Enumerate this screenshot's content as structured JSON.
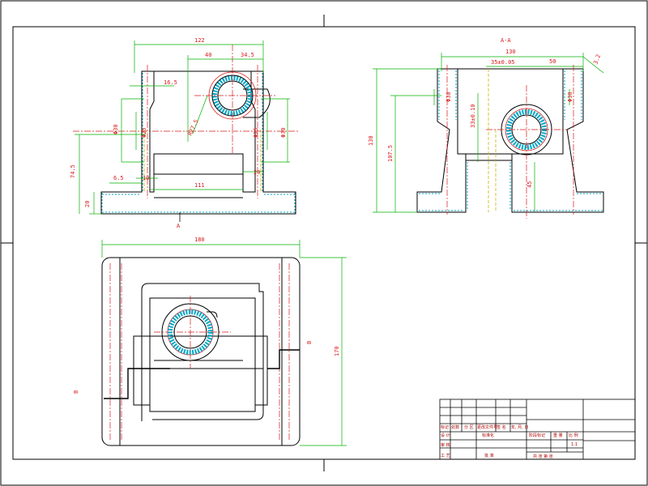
{
  "dimensions": {
    "front_width": "122",
    "front_offset": "40",
    "front_half": "34.5",
    "front_wall": "16.5",
    "front_phi_left": "Φ30",
    "front_phi_left2": "Φ25",
    "front_phi_right": "Φ25",
    "front_phi_right2": "Φ30",
    "front_radius": "R27.5",
    "front_height": "74.5",
    "front_base": "20",
    "front_rib": "6.5",
    "front_gap": "10",
    "front_inner": "111",
    "front_foot": "20",
    "section_label": "A-A",
    "side_width": "130",
    "side_offset": "35±0.05",
    "side_right": "50",
    "side_roughness": "3.2",
    "side_phi_left": "Φ30",
    "side_phi_right": "Φ30",
    "side_height": "130",
    "side_height2": "107.5",
    "side_vert": "33±0.10",
    "side_low": "45",
    "section_mark": "A",
    "top_width": "180",
    "top_depth": "170",
    "top_mark_right": "B",
    "top_mark_left": "B"
  },
  "title_block": {
    "row1": [
      "标记",
      "处数",
      "分 区",
      "更改文件号",
      "签 名",
      "年, 月, 日"
    ],
    "designer": "设 计",
    "standard": "标准化",
    "stage": "阶段标记",
    "weight": "重 量",
    "scale": "比 例",
    "scale_value": "1:1",
    "audit": "审 核",
    "process": "工 艺",
    "approve": "批 准",
    "sheets": "共  张  第  张"
  },
  "colors": {
    "frame": "#000000",
    "outline": "#000000",
    "dimension": "#00b000",
    "text": "#d81b1b",
    "centerline": "#d81b1b",
    "hatch": "#00a8c8",
    "hidden": "#c9b800"
  }
}
